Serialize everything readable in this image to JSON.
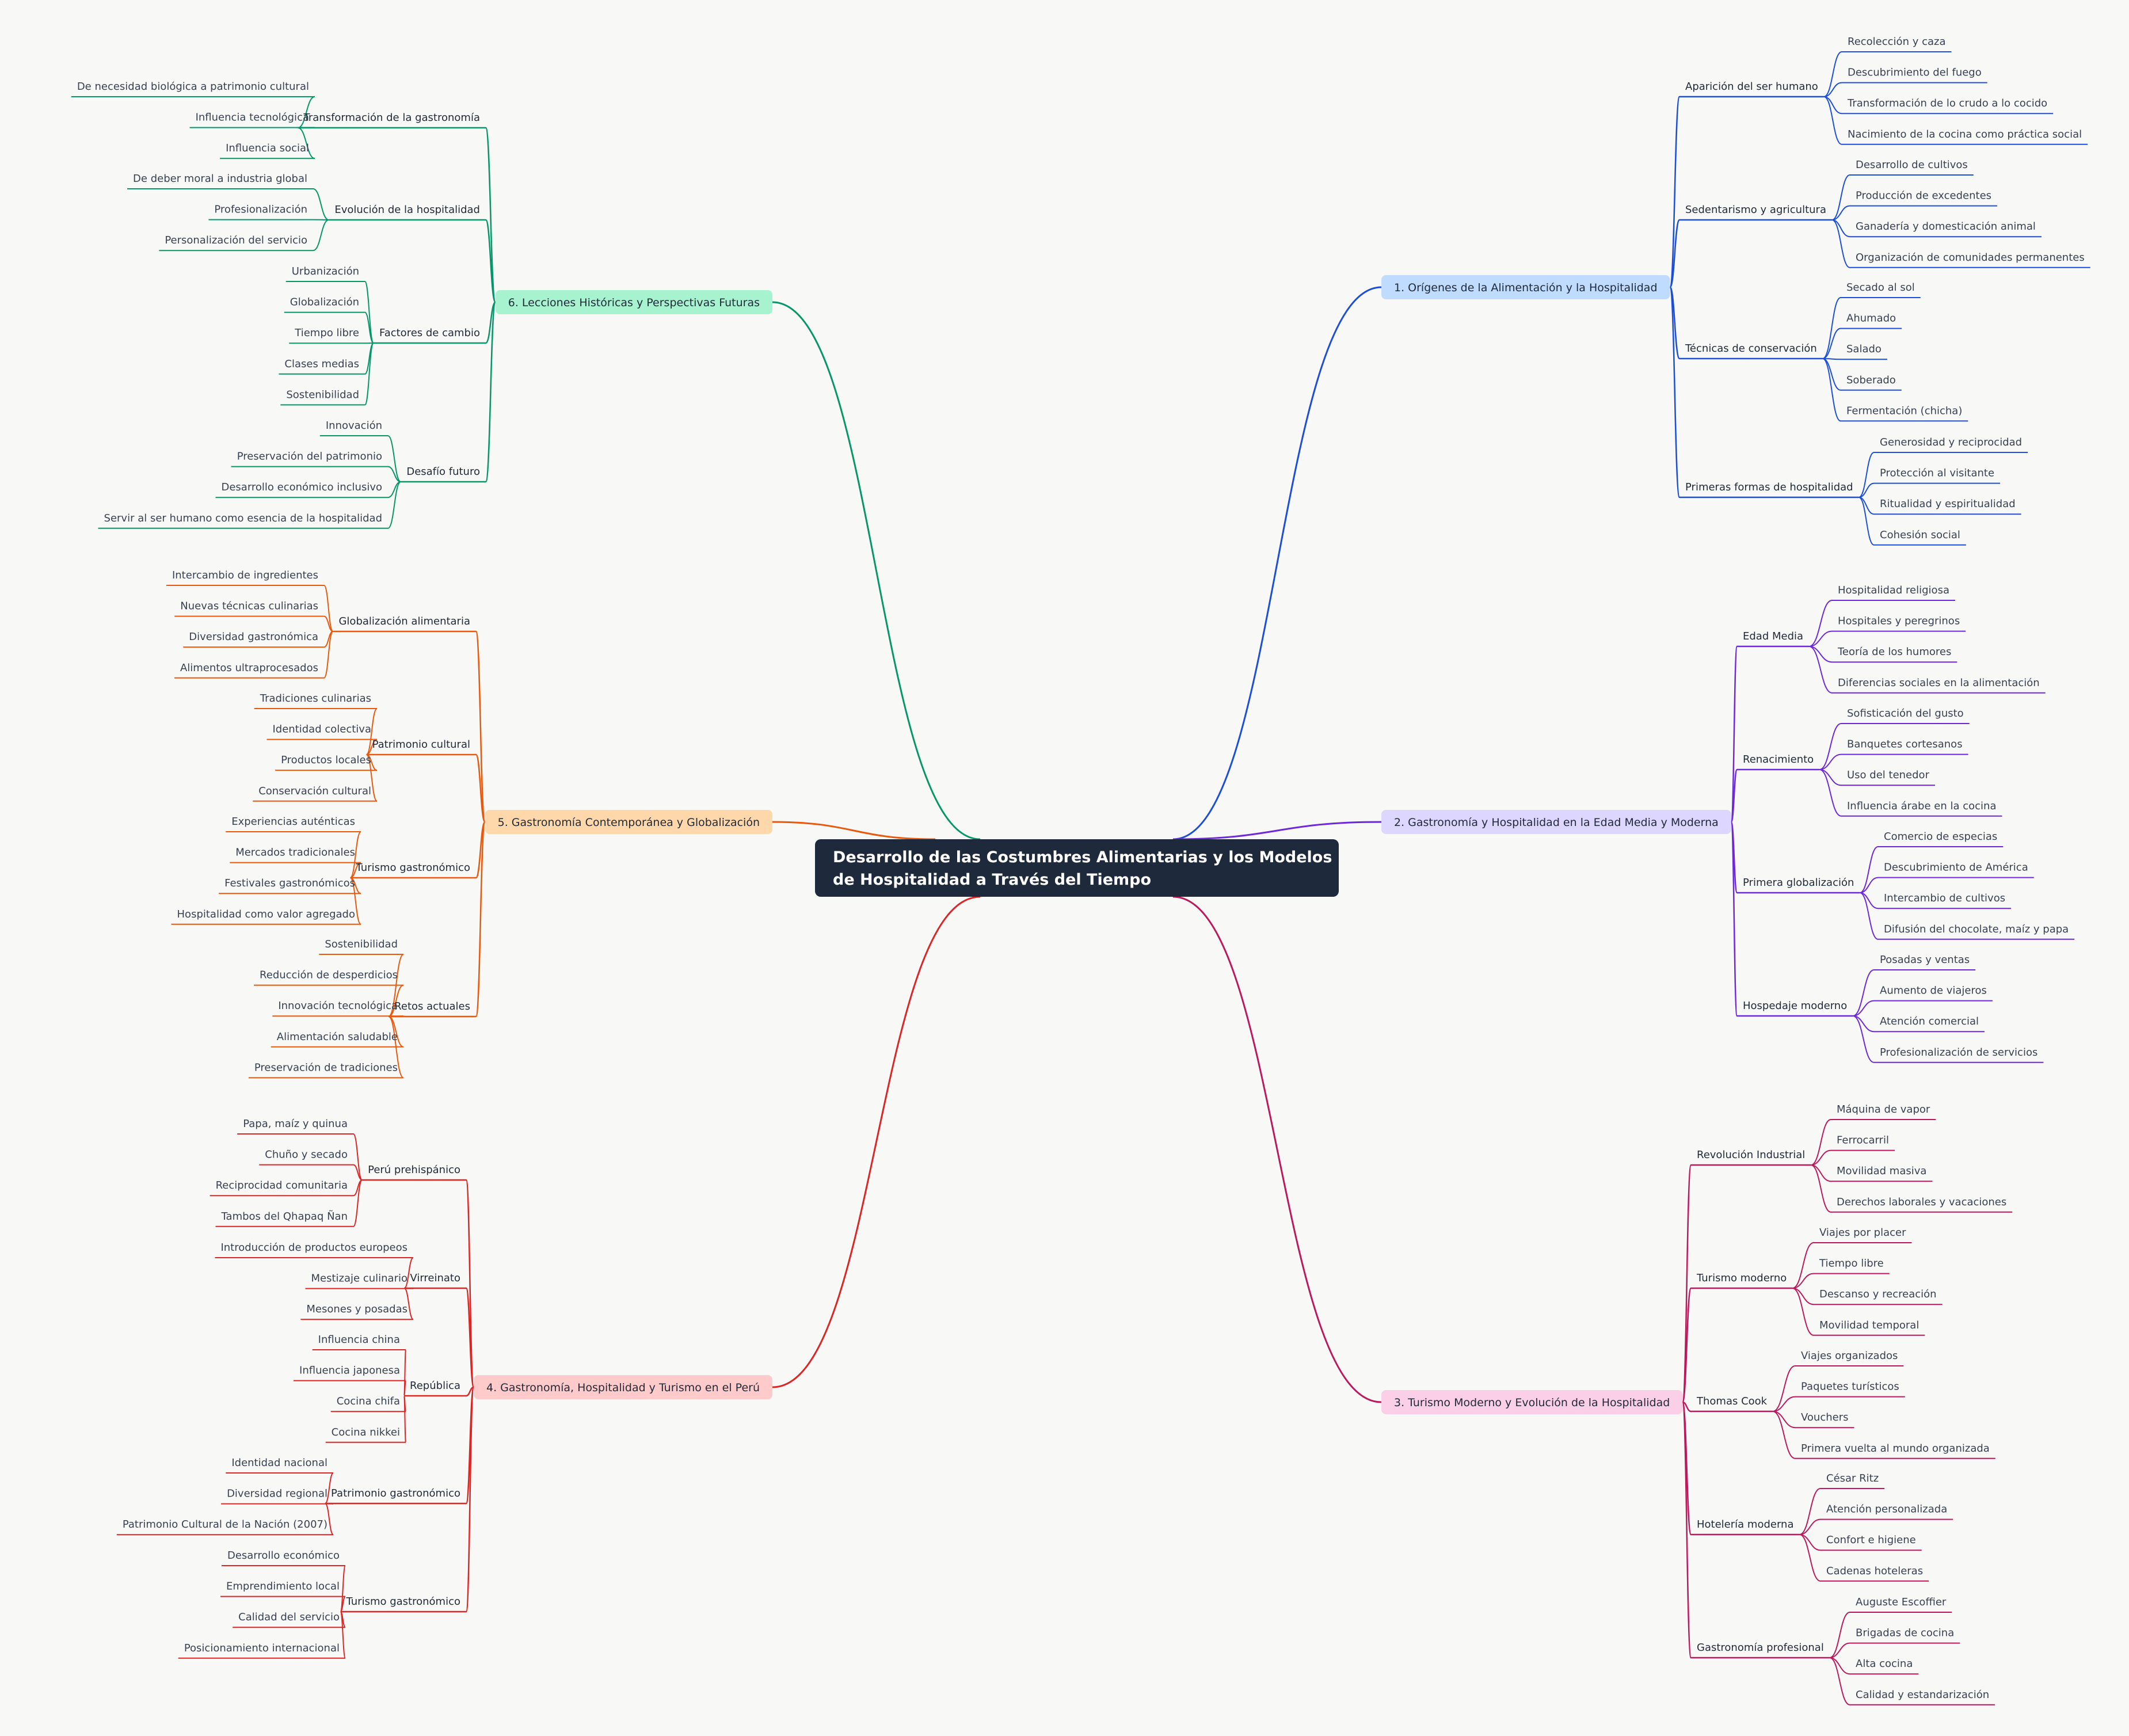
{
  "root": {
    "lines": [
      "Desarrollo de las Costumbres Alimentarias y los Modelos",
      "de Hospitalidad a Través del Tiempo"
    ]
  },
  "colors": {
    "background": "#f8f8f7",
    "root_fill": "#1e293b",
    "root_text": "#ffffff",
    "node_text": "#1f2937",
    "leaf_text": "#374151"
  },
  "branches": [
    {
      "label": "1. Orígenes de la Alimentación y la Hospitalidad",
      "color": "#1d4ed8",
      "fill": "#bfdbfe",
      "topics": [
        {
          "label": "Aparición del ser humano",
          "items": [
            "Recolección y caza",
            "Descubrimiento del fuego",
            "Transformación de lo crudo a lo cocido",
            "Nacimiento de la cocina como práctica social"
          ]
        },
        {
          "label": "Sedentarismo y agricultura",
          "items": [
            "Desarrollo de cultivos",
            "Producción de excedentes",
            "Ganadería y domesticación animal",
            "Organización de comunidades permanentes"
          ]
        },
        {
          "label": "Técnicas de conservación",
          "items": [
            "Secado al sol",
            "Ahumado",
            "Salado",
            "Soberado",
            "Fermentación (chicha)"
          ]
        },
        {
          "label": "Primeras formas de hospitalidad",
          "items": [
            "Generosidad y reciprocidad",
            "Protección al visitante",
            "Ritualidad y espiritualidad",
            "Cohesión social"
          ]
        }
      ]
    },
    {
      "label": "2. Gastronomía y Hospitalidad en la Edad Media y Moderna",
      "color": "#6d28d9",
      "fill": "#ddd6fe",
      "topics": [
        {
          "label": "Edad Media",
          "items": [
            "Hospitalidad religiosa",
            "Hospitales y peregrinos",
            "Teoría de los humores",
            "Diferencias sociales en la alimentación"
          ]
        },
        {
          "label": "Renacimiento",
          "items": [
            "Sofisticación del gusto",
            "Banquetes cortesanos",
            "Uso del tenedor",
            "Influencia árabe en la cocina"
          ]
        },
        {
          "label": "Primera globalización",
          "items": [
            "Comercio de especias",
            "Descubrimiento de América",
            "Intercambio de cultivos",
            "Difusión del chocolate, maíz y papa"
          ]
        },
        {
          "label": "Hospedaje moderno",
          "items": [
            "Posadas y ventas",
            "Aumento de viajeros",
            "Atención comercial",
            "Profesionalización de servicios"
          ]
        }
      ]
    },
    {
      "label": "3. Turismo Moderno y Evolución de la Hospitalidad",
      "color": "#be185d",
      "fill": "#fbcfe8",
      "topics": [
        {
          "label": "Revolución Industrial",
          "items": [
            "Máquina de vapor",
            "Ferrocarril",
            "Movilidad masiva",
            "Derechos laborales y vacaciones"
          ]
        },
        {
          "label": "Turismo moderno",
          "items": [
            "Viajes por placer",
            "Tiempo libre",
            "Descanso y recreación",
            "Movilidad temporal"
          ]
        },
        {
          "label": "Thomas Cook",
          "items": [
            "Viajes organizados",
            "Paquetes turísticos",
            "Vouchers",
            "Primera vuelta al mundo organizada"
          ]
        },
        {
          "label": "Hotelería moderna",
          "items": [
            "César Ritz",
            "Atención personalizada",
            "Confort e higiene",
            "Cadenas hoteleras"
          ]
        },
        {
          "label": "Gastronomía profesional",
          "items": [
            "Auguste Escoffier",
            "Brigadas de cocina",
            "Alta cocina",
            "Calidad y estandarización"
          ]
        }
      ]
    },
    {
      "label": "4. Gastronomía, Hospitalidad y Turismo en el Perú",
      "color": "#dc2626",
      "fill": "#fecaca",
      "topics": [
        {
          "label": "Perú prehispánico",
          "items": [
            "Papa, maíz y quinua",
            "Chuño y secado",
            "Reciprocidad comunitaria",
            "Tambos del Qhapaq Ñan"
          ]
        },
        {
          "label": "Virreinato",
          "items": [
            "Introducción de productos europeos",
            "Mestizaje culinario",
            "Mesones y posadas"
          ]
        },
        {
          "label": "República",
          "items": [
            "Influencia china",
            "Influencia japonesa",
            "Cocina chifa",
            "Cocina nikkei"
          ]
        },
        {
          "label": "Patrimonio gastronómico",
          "items": [
            "Identidad nacional",
            "Diversidad regional",
            "Patrimonio Cultural de la Nación (2007)"
          ]
        },
        {
          "label": "Turismo gastronómico",
          "items": [
            "Desarrollo económico",
            "Emprendimiento local",
            "Calidad del servicio",
            "Posicionamiento internacional"
          ]
        }
      ]
    },
    {
      "label": "5. Gastronomía Contemporánea y Globalización",
      "color": "#ea580c",
      "fill": "#fed7aa",
      "topics": [
        {
          "label": "Globalización alimentaria",
          "items": [
            "Intercambio de ingredientes",
            "Nuevas técnicas culinarias",
            "Diversidad gastronómica",
            "Alimentos ultraprocesados"
          ]
        },
        {
          "label": "Patrimonio cultural",
          "items": [
            "Tradiciones culinarias",
            "Identidad colectiva",
            "Productos locales",
            "Conservación cultural"
          ]
        },
        {
          "label": "Turismo gastronómico",
          "items": [
            "Experiencias auténticas",
            "Mercados tradicionales",
            "Festivales gastronómicos",
            "Hospitalidad como valor agregado"
          ]
        },
        {
          "label": "Retos actuales",
          "items": [
            "Sostenibilidad",
            "Reducción de desperdicios",
            "Innovación tecnológica",
            "Alimentación saludable",
            "Preservación de tradiciones"
          ]
        }
      ]
    },
    {
      "label": "6. Lecciones Históricas y Perspectivas Futuras",
      "color": "#059669",
      "fill": "#a7f3d0",
      "topics": [
        {
          "label": "Transformación de la gastronomía",
          "items": [
            "De necesidad biológica a patrimonio cultural",
            "Influencia tecnológica",
            "Influencia social"
          ]
        },
        {
          "label": "Evolución de la hospitalidad",
          "items": [
            "De deber moral a industria global",
            "Profesionalización",
            "Personalización del servicio"
          ]
        },
        {
          "label": "Factores de cambio",
          "items": [
            "Urbanización",
            "Globalización",
            "Tiempo libre",
            "Clases medias",
            "Sostenibilidad"
          ]
        },
        {
          "label": "Desafío futuro",
          "items": [
            "Innovación",
            "Preservación del patrimonio",
            "Desarrollo económico inclusivo",
            "Servir al ser humano como esencia de la hospitalidad"
          ]
        }
      ]
    }
  ]
}
